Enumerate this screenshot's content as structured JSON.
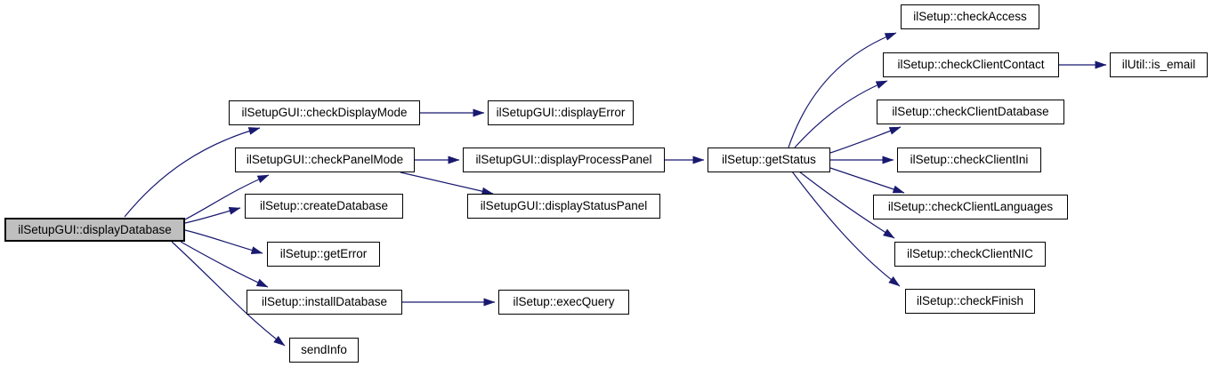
{
  "diagram": {
    "type": "call-graph",
    "colors": {
      "background": "#ffffff",
      "edge": "#191970",
      "node_fill": "#ffffff",
      "node_border": "#000000",
      "root_fill": "#bfbfbf",
      "text": "#000000"
    },
    "nodes": [
      {
        "id": "display-database",
        "label": "ilSetupGUI::displayDatabase",
        "highlighted": true
      },
      {
        "id": "check-display-mode",
        "label": "ilSetupGUI::checkDisplayMode",
        "highlighted": false
      },
      {
        "id": "display-error",
        "label": "ilSetupGUI::displayError",
        "highlighted": false
      },
      {
        "id": "check-panel-mode",
        "label": "ilSetupGUI::checkPanelMode",
        "highlighted": false
      },
      {
        "id": "display-process-panel",
        "label": "ilSetupGUI::displayProcessPanel",
        "highlighted": false
      },
      {
        "id": "display-status-panel",
        "label": "ilSetupGUI::displayStatusPanel",
        "highlighted": false
      },
      {
        "id": "create-database",
        "label": "ilSetup::createDatabase",
        "highlighted": false
      },
      {
        "id": "get-error",
        "label": "ilSetup::getError",
        "highlighted": false
      },
      {
        "id": "install-database",
        "label": "ilSetup::installDatabase",
        "highlighted": false
      },
      {
        "id": "exec-query",
        "label": "ilSetup::execQuery",
        "highlighted": false
      },
      {
        "id": "send-info",
        "label": "sendInfo",
        "highlighted": false
      },
      {
        "id": "get-status",
        "label": "ilSetup::getStatus",
        "highlighted": false
      },
      {
        "id": "check-access",
        "label": "ilSetup::checkAccess",
        "highlighted": false
      },
      {
        "id": "check-client-contact",
        "label": "ilSetup::checkClientContact",
        "highlighted": false
      },
      {
        "id": "is-email",
        "label": "ilUtil::is_email",
        "highlighted": false
      },
      {
        "id": "check-client-database",
        "label": "ilSetup::checkClientDatabase",
        "highlighted": false
      },
      {
        "id": "check-client-ini",
        "label": "ilSetup::checkClientIni",
        "highlighted": false
      },
      {
        "id": "check-client-languages",
        "label": "ilSetup::checkClientLanguages",
        "highlighted": false
      },
      {
        "id": "check-client-nic",
        "label": "ilSetup::checkClientNIC",
        "highlighted": false
      },
      {
        "id": "check-finish",
        "label": "ilSetup::checkFinish",
        "highlighted": false
      }
    ],
    "edges": [
      {
        "from": "display-database",
        "to": "check-display-mode"
      },
      {
        "from": "display-database",
        "to": "check-panel-mode"
      },
      {
        "from": "display-database",
        "to": "create-database"
      },
      {
        "from": "display-database",
        "to": "get-error"
      },
      {
        "from": "display-database",
        "to": "install-database"
      },
      {
        "from": "display-database",
        "to": "send-info"
      },
      {
        "from": "check-display-mode",
        "to": "display-error"
      },
      {
        "from": "check-panel-mode",
        "to": "display-process-panel"
      },
      {
        "from": "check-panel-mode",
        "to": "display-status-panel"
      },
      {
        "from": "display-process-panel",
        "to": "get-status"
      },
      {
        "from": "install-database",
        "to": "exec-query"
      },
      {
        "from": "get-status",
        "to": "check-access"
      },
      {
        "from": "get-status",
        "to": "check-client-contact"
      },
      {
        "from": "get-status",
        "to": "check-client-database"
      },
      {
        "from": "get-status",
        "to": "check-client-ini"
      },
      {
        "from": "get-status",
        "to": "check-client-languages"
      },
      {
        "from": "get-status",
        "to": "check-client-nic"
      },
      {
        "from": "get-status",
        "to": "check-finish"
      },
      {
        "from": "check-client-contact",
        "to": "is-email"
      }
    ]
  }
}
